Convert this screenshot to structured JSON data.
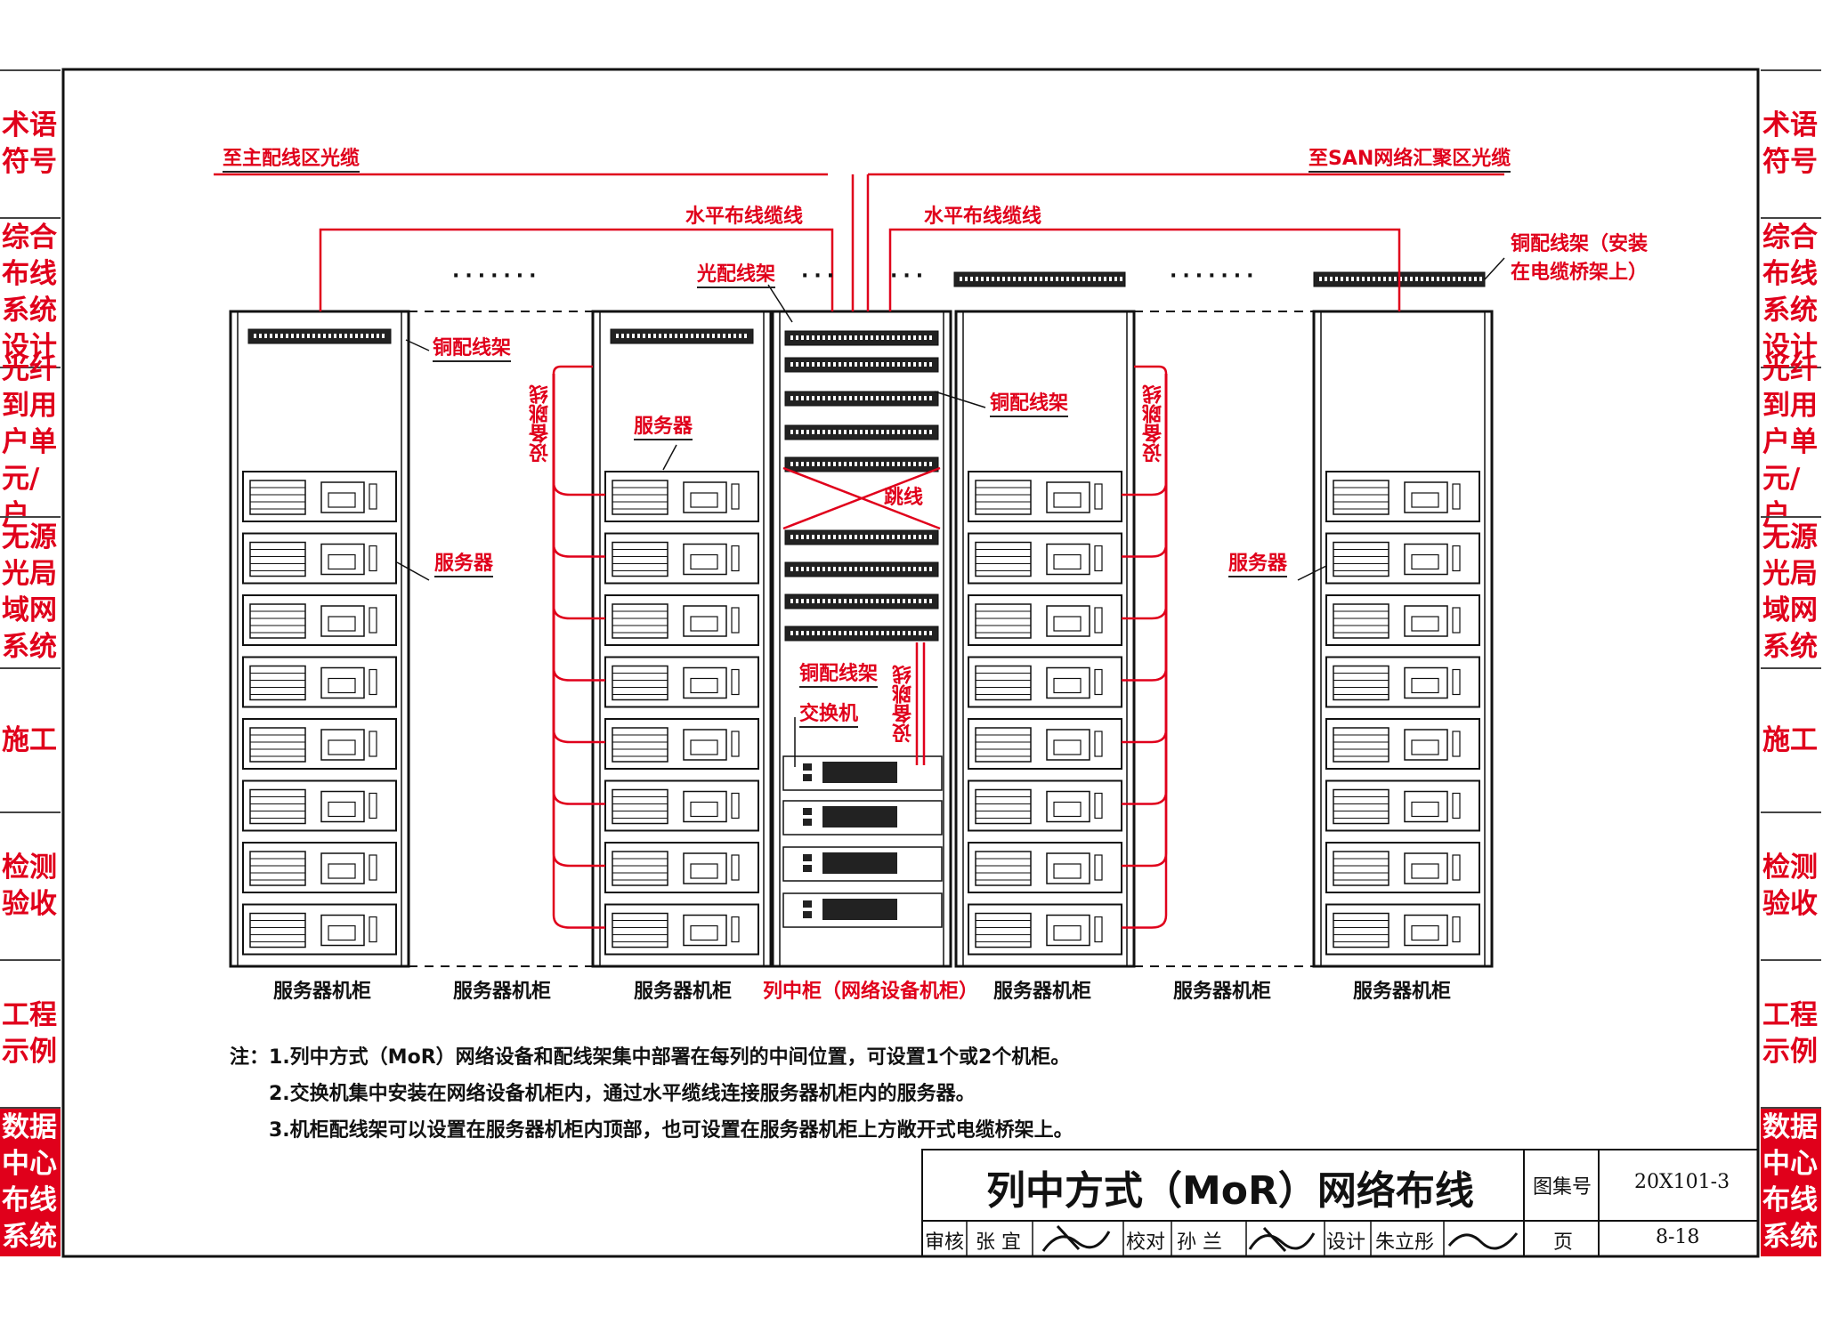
{
  "side_tabs_left": [
    {
      "label": "术语符号",
      "active": false
    },
    {
      "label": "综合布线系统设计",
      "active": false
    },
    {
      "label": "光纤到用户单元/户",
      "active": false
    },
    {
      "label": "无源光局域网系统",
      "active": false
    },
    {
      "label": "施工",
      "active": false
    },
    {
      "label": "检测验收",
      "active": false
    },
    {
      "label": "工程示例",
      "active": false
    },
    {
      "label": "数据中心布线系统",
      "active": true
    }
  ],
  "side_tabs_right": [
    {
      "label": "术语符号",
      "active": false
    },
    {
      "label": "综合布线系统设计",
      "active": false
    },
    {
      "label": "光纤到用户单元/户",
      "active": false
    },
    {
      "label": "无源光局域网系统",
      "active": false
    },
    {
      "label": "施工",
      "active": false
    },
    {
      "label": "检测验收",
      "active": false
    },
    {
      "label": "工程示例",
      "active": false
    },
    {
      "label": "数据中心布线系统",
      "active": true
    }
  ],
  "diagram": {
    "top_left_cable": "至主配线区光缆",
    "top_right_cable": "至SAN网络汇聚区光缆",
    "horizontal_left": "水平布线缆线",
    "horizontal_right": "水平布线缆线",
    "fiber_patch_panel": "光配线架",
    "copper_panel_left": "铜配线架",
    "copper_panel_center": "铜配线架",
    "copper_panel_lower": "铜配线架",
    "copper_panel_tray": "铜配线架（安装在电缆桥架上）",
    "equipment_jumper_left": "设备跳线",
    "equipment_jumper_right": "设备跳线",
    "equipment_jumper_center": "设备跳线",
    "server_1": "服务器",
    "server_2": "服务器",
    "server_3": "服务器",
    "jumper": "跳线",
    "switch": "交换机",
    "ellipsis": "·······",
    "ellipsis_short": "···",
    "cabinet_labels": [
      "服务器机柜",
      "服务器机柜",
      "服务器机柜",
      "列中柜（网络设备机柜）",
      "服务器机柜",
      "服务器机柜",
      "服务器机柜"
    ],
    "line_color": "#e0001b"
  },
  "notes": {
    "prefix": "注：",
    "items": [
      "1.列中方式（MoR）网络设备和配线架集中部署在每列的中间位置，可设置1个或2个机柜。",
      "2.交换机集中安装在网络设备机柜内，通过水平缆线连接服务器机柜内的服务器。",
      "3.机柜配线架可以设置在服务器机柜内顶部，也可设置在服务器机柜上方敞开式电缆桥架上。"
    ]
  },
  "title_block": {
    "title": "列中方式（MoR）网络布线",
    "atlas_label": "图集号",
    "atlas_no": "20X101-3",
    "page_label": "页",
    "page_no": "8-18",
    "review_label": "审核",
    "reviewer": "张 宜",
    "check_label": "校对",
    "checker": "孙 兰",
    "design_label": "设计",
    "designer": "朱立彤"
  }
}
